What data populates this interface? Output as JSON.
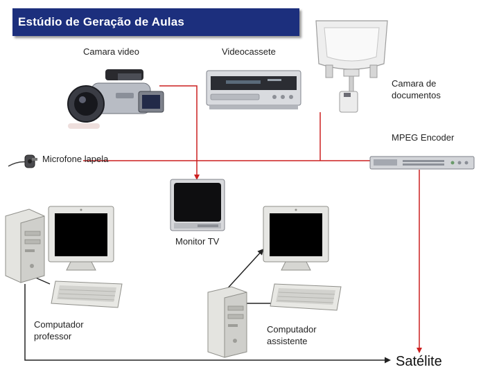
{
  "title": "Estúdio de Geração de Aulas",
  "labels": {
    "camera": "Camara video",
    "vcr": "Videocassete",
    "doccam_1": "Camara de",
    "doccam_2": "documentos",
    "encoder": "MPEG Encoder",
    "mic": "Microfone lapela",
    "monitor": "Monitor TV",
    "pc_prof_1": "Computador",
    "pc_prof_2": "professor",
    "pc_asst_1": "Computador",
    "pc_asst_2": "assistente",
    "satellite": "Satélite"
  },
  "colors": {
    "title_bg": "#1c2f7d",
    "signal_wire": "#cc1f1f",
    "data_wire": "#222222"
  },
  "icons": [
    "video-camera-icon",
    "vcr-icon",
    "document-camera-icon",
    "mpeg-encoder-icon",
    "lapel-microphone-icon",
    "tv-monitor-icon",
    "computer-icon",
    "keyboard-icon"
  ]
}
